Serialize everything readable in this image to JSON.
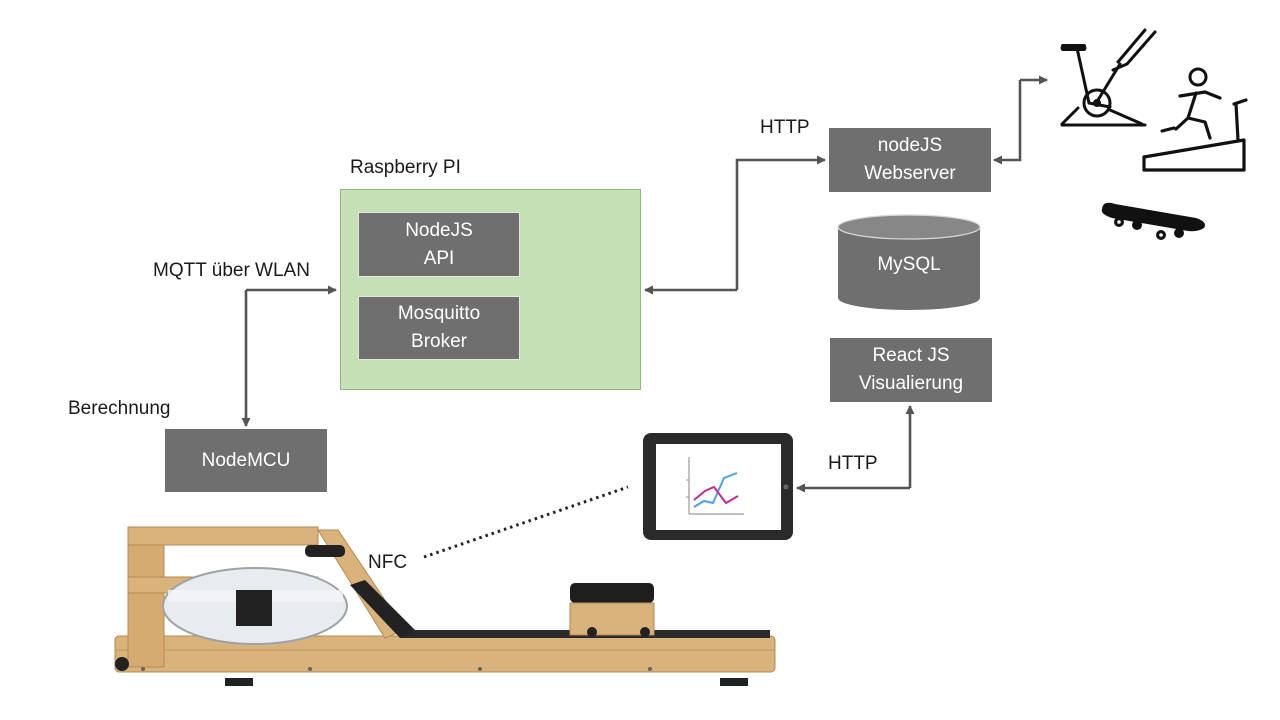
{
  "labels": {
    "raspberry_pi": "Raspberry PI",
    "mqtt": "MQTT über WLAN",
    "berechnung": "Berechnung",
    "http_top": "HTTP",
    "http_bottom": "HTTP",
    "nfc": "NFC"
  },
  "boxes": {
    "nodejs_api": [
      "NodeJS",
      "API"
    ],
    "mosquitto": [
      "Mosquitto",
      "Broker"
    ],
    "nodemcu": [
      "NodeMCU"
    ],
    "webserver": [
      "nodeJS",
      "Webserver"
    ],
    "react": [
      "React JS",
      "Visualierung"
    ]
  },
  "database": {
    "label": "MySQL"
  },
  "colors": {
    "box_fill": "#6f6f6f",
    "pi_fill": "#c5e0b4",
    "arrow": "#555555",
    "wood": "#d9b27c"
  },
  "icons": [
    "exercise-bike-icon",
    "treadmill-runner-icon",
    "skateboard-icon",
    "tablet-chart-icon",
    "rowing-machine-image"
  ]
}
